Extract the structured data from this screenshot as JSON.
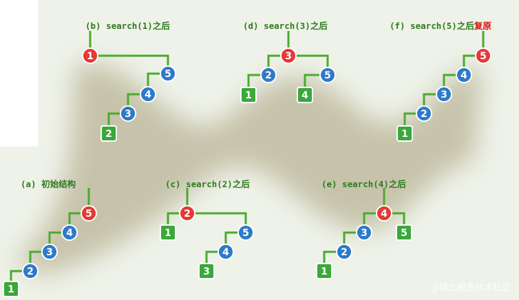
{
  "colors": {
    "edge": "#4aaa2e",
    "blue": "#2f79c9",
    "red": "#e53935",
    "green": "#3aa83a",
    "stroke": "#ffffff"
  },
  "panels": [
    {
      "id": "b",
      "title": "(b) search(1)之后",
      "title_suffix": "",
      "nodes": [
        {
          "id": "b1",
          "label": "1",
          "kind": "red"
        },
        {
          "id": "b5",
          "label": "5",
          "kind": "blue"
        },
        {
          "id": "b4",
          "label": "4",
          "kind": "blue"
        },
        {
          "id": "b3",
          "label": "3",
          "kind": "blue"
        },
        {
          "id": "b2",
          "label": "2",
          "kind": "leaf"
        }
      ],
      "edges": [
        [
          "b1",
          "b5",
          "right"
        ],
        [
          "b5",
          "b4",
          "left"
        ],
        [
          "b4",
          "b3",
          "left"
        ],
        [
          "b3",
          "b2",
          "left"
        ]
      ]
    },
    {
      "id": "d",
      "title": "(d) search(3)之后",
      "title_suffix": "",
      "nodes": [
        {
          "id": "d3",
          "label": "3",
          "kind": "red"
        },
        {
          "id": "d2",
          "label": "2",
          "kind": "blue"
        },
        {
          "id": "d5",
          "label": "5",
          "kind": "blue"
        },
        {
          "id": "d1",
          "label": "1",
          "kind": "leaf"
        },
        {
          "id": "d4",
          "label": "4",
          "kind": "leaf"
        }
      ],
      "edges": [
        [
          "d3",
          "d2",
          "left"
        ],
        [
          "d3",
          "d5",
          "right"
        ],
        [
          "d2",
          "d1",
          "left"
        ],
        [
          "d5",
          "d4",
          "left"
        ]
      ]
    },
    {
      "id": "f",
      "title": "(f) search(5)之后",
      "title_suffix": "复原",
      "nodes": [
        {
          "id": "f5",
          "label": "5",
          "kind": "red"
        },
        {
          "id": "f4",
          "label": "4",
          "kind": "blue"
        },
        {
          "id": "f3",
          "label": "3",
          "kind": "blue"
        },
        {
          "id": "f2",
          "label": "2",
          "kind": "blue"
        },
        {
          "id": "f1",
          "label": "1",
          "kind": "leaf"
        }
      ],
      "edges": [
        [
          "f5",
          "f4",
          "left"
        ],
        [
          "f4",
          "f3",
          "left"
        ],
        [
          "f3",
          "f2",
          "left"
        ],
        [
          "f2",
          "f1",
          "left"
        ]
      ]
    },
    {
      "id": "a",
      "title": "(a) 初始结构",
      "title_suffix": "",
      "nodes": [
        {
          "id": "a5",
          "label": "5",
          "kind": "red"
        },
        {
          "id": "a4",
          "label": "4",
          "kind": "blue"
        },
        {
          "id": "a3",
          "label": "3",
          "kind": "blue"
        },
        {
          "id": "a2",
          "label": "2",
          "kind": "blue"
        },
        {
          "id": "a1",
          "label": "1",
          "kind": "leaf"
        }
      ],
      "edges": [
        [
          "a5",
          "a4",
          "left"
        ],
        [
          "a4",
          "a3",
          "left"
        ],
        [
          "a3",
          "a2",
          "left"
        ],
        [
          "a2",
          "a1",
          "left"
        ]
      ]
    },
    {
      "id": "c",
      "title": "(c) search(2)之后",
      "title_suffix": "",
      "nodes": [
        {
          "id": "c2",
          "label": "2",
          "kind": "red"
        },
        {
          "id": "c1",
          "label": "1",
          "kind": "leaf"
        },
        {
          "id": "c5",
          "label": "5",
          "kind": "blue"
        },
        {
          "id": "c4",
          "label": "4",
          "kind": "blue"
        },
        {
          "id": "c3",
          "label": "3",
          "kind": "leaf"
        }
      ],
      "edges": [
        [
          "c2",
          "c1",
          "left"
        ],
        [
          "c2",
          "c5",
          "right"
        ],
        [
          "c5",
          "c4",
          "left"
        ],
        [
          "c4",
          "c3",
          "left"
        ]
      ]
    },
    {
      "id": "e",
      "title": "(e) search(4)之后",
      "title_suffix": "",
      "nodes": [
        {
          "id": "e4",
          "label": "4",
          "kind": "red"
        },
        {
          "id": "e3",
          "label": "3",
          "kind": "blue"
        },
        {
          "id": "e5",
          "label": "5",
          "kind": "leaf"
        },
        {
          "id": "e2",
          "label": "2",
          "kind": "blue"
        },
        {
          "id": "e1",
          "label": "1",
          "kind": "leaf"
        }
      ],
      "edges": [
        [
          "e4",
          "e3",
          "left"
        ],
        [
          "e4",
          "e5",
          "right"
        ],
        [
          "e3",
          "e2",
          "left"
        ],
        [
          "e2",
          "e1",
          "left"
        ]
      ]
    }
  ],
  "watermark": "@稀土掘金技术社区"
}
